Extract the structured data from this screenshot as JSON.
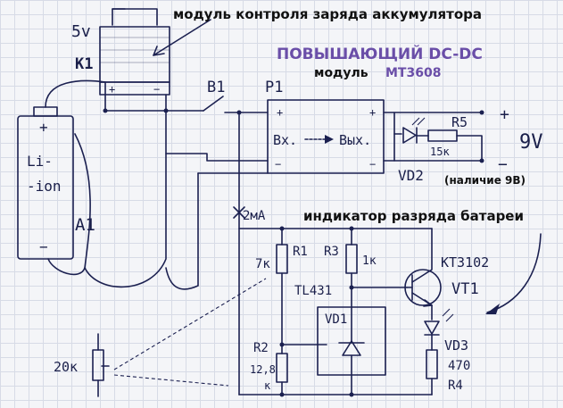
{
  "title_module_charge": "модуль контроля заряда аккумулятора",
  "title_boost": "ПОВЫШАЮЩИЙ DC-DC",
  "title_boost_module": "модуль",
  "title_boost_chip": "MT3608",
  "label_5v": "5v",
  "label_k1": "K1",
  "label_b1": "B1",
  "label_p1": "P1",
  "label_vx": "Вх.",
  "label_vyx": "Вых.",
  "label_r5": "R5",
  "label_r5_val": "15к",
  "label_9v": "9V",
  "label_vd2": "VD2",
  "label_nalichie": "(наличие 9В)",
  "label_li": "Li-",
  "label_ion": "-ion",
  "label_a1": "A1",
  "label_2ma": "2мА",
  "label_indicator": "индикатор разряда батареи",
  "label_r1": "R1",
  "label_r1_val": "7к",
  "label_r3": "R3",
  "label_r3_val": "1к",
  "label_transistor": "КТ3102",
  "label_vt1": "VT1",
  "label_tl431": "TL431",
  "label_vd1": "VD1",
  "label_r2": "R2",
  "label_r2_val": "12,8",
  "label_r2_unit": "к",
  "label_vd3": "VD3",
  "label_r4_val": "470",
  "label_r4": "R4",
  "label_20k": "20к",
  "plus": "+",
  "minus": "−",
  "ink_color": "#1b2050",
  "purple_color": "#6a4ea8"
}
